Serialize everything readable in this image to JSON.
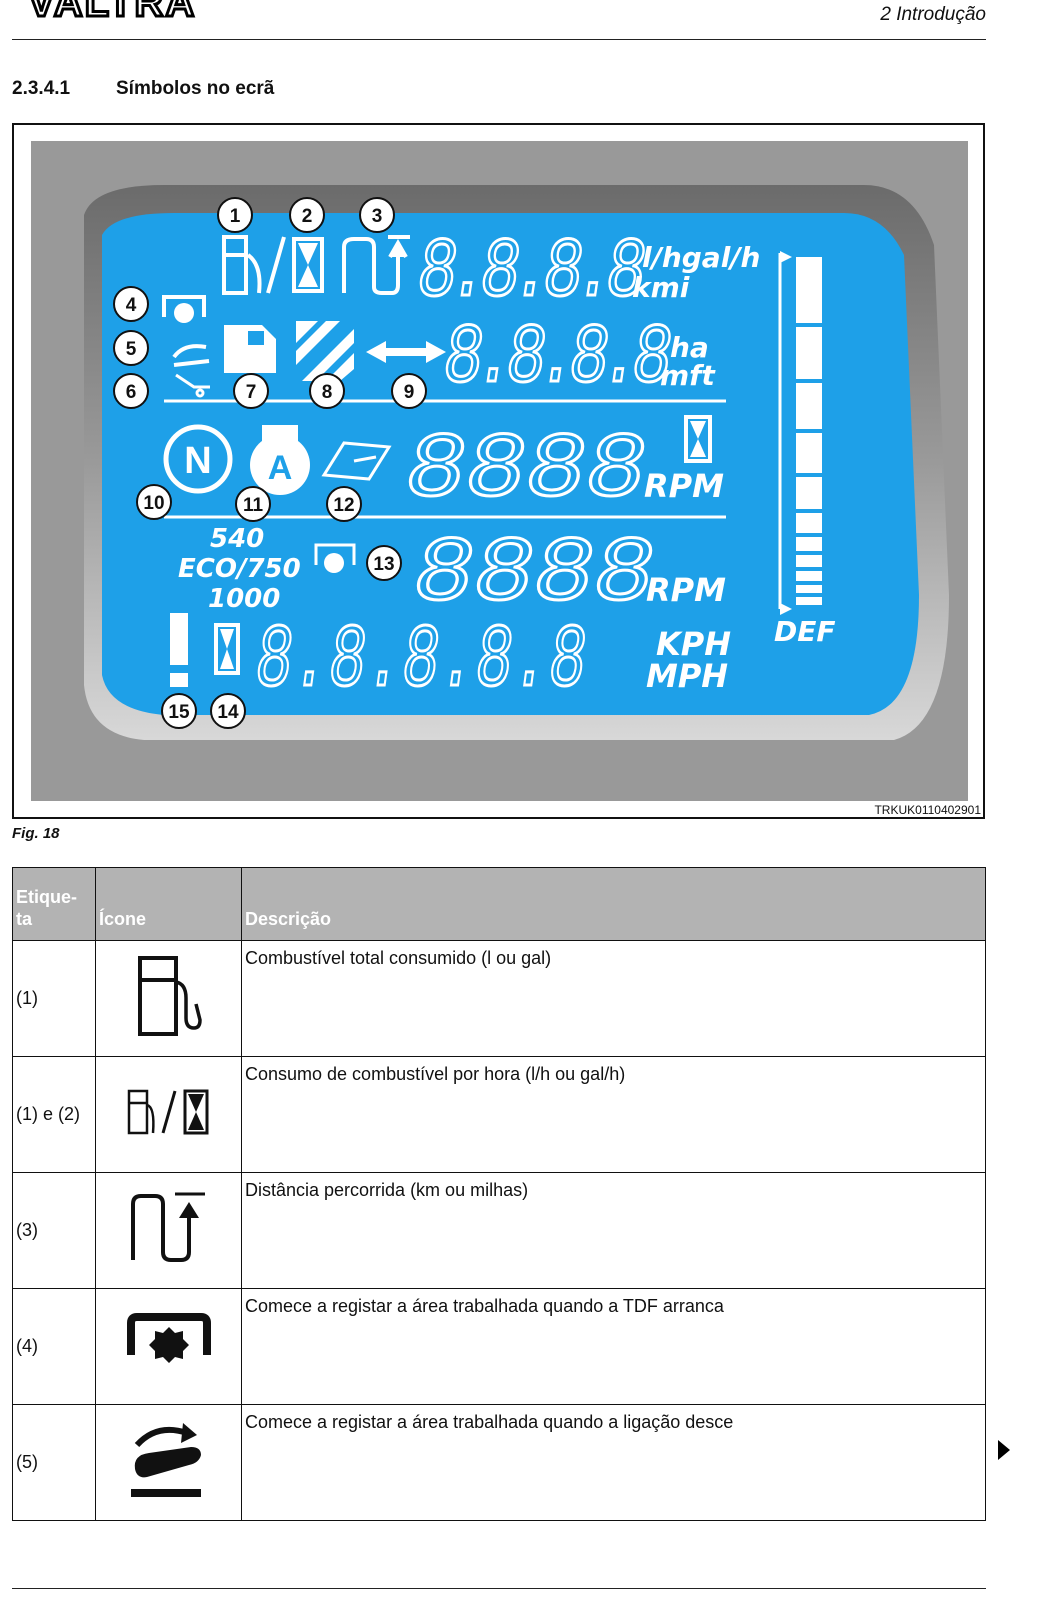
{
  "header": {
    "brand": "VALTRA",
    "chapter": "2 Introdução"
  },
  "section": {
    "number": "2.3.4.1",
    "title": "Símbolos no ecrã"
  },
  "figure": {
    "code": "TRKUK0110402901",
    "caption": "Fig. 18",
    "display_units": {
      "fuel": "l/hgal/h",
      "dist": "kmi",
      "area1": "ha",
      "area2": "mft",
      "rpm1": "RPM",
      "rpm2": "RPM",
      "speed1": "KPH",
      "speed2": "MPH",
      "def": "DEF"
    },
    "digits": {
      "row1": "8.8.8.8",
      "row2": "8.8.8.8",
      "row3": "8888",
      "row4": "8888",
      "row5": "8.8.8.8.8"
    },
    "pto_labels": [
      "540",
      "ECO/750",
      "1000"
    ],
    "callouts": [
      "1",
      "2",
      "3",
      "4",
      "5",
      "6",
      "7",
      "8",
      "9",
      "10",
      "11",
      "12",
      "13",
      "14",
      "15"
    ],
    "colors": {
      "lcd": "#1ea0e8",
      "bezel": "#8a8a8a",
      "segment": "#ffffff"
    }
  },
  "table": {
    "headers": [
      "Etique-ta",
      "Ícone",
      "Descrição"
    ],
    "rows": [
      {
        "label": "(1)",
        "icon": "fuel-pump-icon",
        "desc": "Combustível total consumido (l ou gal)"
      },
      {
        "label": "(1) e (2)",
        "icon": "fuel-per-hour-icon",
        "desc": "Consumo de combustível por hora (l/h ou gal/h)"
      },
      {
        "label": "(3)",
        "icon": "distance-icon",
        "desc": "Distância percorrida (km ou milhas)"
      },
      {
        "label": "(4)",
        "icon": "pto-start-icon",
        "desc": "Comece a registar a área trabalhada quando a TDF arranca"
      },
      {
        "label": "(5)",
        "icon": "linkage-down-icon",
        "desc": "Comece a registar a área trabalhada quando a ligação desce"
      }
    ]
  }
}
